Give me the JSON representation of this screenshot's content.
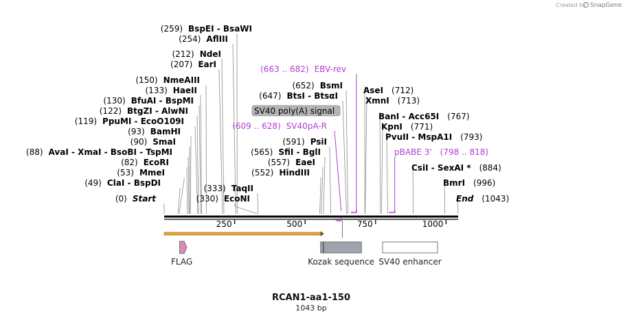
{
  "app": {
    "credit_text": "Created by",
    "brand_name": "SnapGene"
  },
  "plasmid": {
    "name": "RCAN1-aa1-150",
    "length_label": "1043 bp",
    "length_bp": 1043
  },
  "ruler": {
    "ticks": [
      250,
      500,
      750,
      1000
    ]
  },
  "sites": [
    {
      "pos_label": "(259)",
      "names": [
        "BspEI",
        "BsaWI"
      ],
      "bp": 259
    },
    {
      "pos_label": "(254)",
      "names": [
        "AflIII"
      ],
      "bp": 254
    },
    {
      "pos_label": "(212)",
      "names": [
        "NdeI"
      ],
      "bp": 212
    },
    {
      "pos_label": "(207)",
      "names": [
        "EarI"
      ],
      "bp": 207
    },
    {
      "pos_label": "(150)",
      "names": [
        "NmeAIII"
      ],
      "bp": 150
    },
    {
      "pos_label": "(133)",
      "names": [
        "HaeII"
      ],
      "bp": 133
    },
    {
      "pos_label": "(130)",
      "names": [
        "BfuAI",
        "BspMI"
      ],
      "bp": 130
    },
    {
      "pos_label": "(122)",
      "names": [
        "BtgZI",
        "AlwNI"
      ],
      "bp": 122
    },
    {
      "pos_label": "(119)",
      "names": [
        "PpuMI",
        "EcoO109I"
      ],
      "bp": 119
    },
    {
      "pos_label": "(93)",
      "names": [
        "BamHI"
      ],
      "bp": 93
    },
    {
      "pos_label": "(90)",
      "names": [
        "SmaI"
      ],
      "bp": 90
    },
    {
      "pos_label": "(88)",
      "names": [
        "AvaI",
        "XmaI",
        "BsoBI",
        "TspMI"
      ],
      "bp": 88
    },
    {
      "pos_label": "(82)",
      "names": [
        "EcoRI"
      ],
      "bp": 82
    },
    {
      "pos_label": "(53)",
      "names": [
        "MmeI"
      ],
      "bp": 53
    },
    {
      "pos_label": "(49)",
      "names": [
        "ClaI",
        "BspDI"
      ],
      "bp": 49
    },
    {
      "pos_label": "(0)",
      "names": [
        "Start"
      ],
      "bp": 0,
      "italic": true
    },
    {
      "pos_label": "(333)",
      "names": [
        "TaqII"
      ],
      "bp": 333
    },
    {
      "pos_label": "(330)",
      "names": [
        "EcoNI"
      ],
      "bp": 330
    },
    {
      "pos_label": "(652)",
      "names": [
        "BsmI"
      ],
      "bp": 652
    },
    {
      "pos_label": "(647)",
      "names": [
        "BtsI",
        "BtsαI"
      ],
      "bp": 647
    },
    {
      "pos_label": "(591)",
      "names": [
        "PsiI"
      ],
      "bp": 591
    },
    {
      "pos_label": "(565)",
      "names": [
        "SfiI",
        "BglI"
      ],
      "bp": 565
    },
    {
      "pos_label": "(557)",
      "names": [
        "EaeI"
      ],
      "bp": 557
    },
    {
      "pos_label": "(552)",
      "names": [
        "HindIII"
      ],
      "bp": 552
    },
    {
      "pos_label": "(712)",
      "names": [
        "AseI"
      ],
      "bp": 712
    },
    {
      "pos_label": "(713)",
      "names": [
        "XmnI"
      ],
      "bp": 713
    },
    {
      "pos_label": "(767)",
      "names": [
        "BanI",
        "Acc65I"
      ],
      "bp": 767
    },
    {
      "pos_label": "(771)",
      "names": [
        "KpnI"
      ],
      "bp": 771
    },
    {
      "pos_label": "(793)",
      "names": [
        "PvuII",
        "MspA1I"
      ],
      "bp": 793
    },
    {
      "pos_label": "(884)",
      "names": [
        "CsiI",
        "SexAI *"
      ],
      "bp": 884
    },
    {
      "pos_label": "(996)",
      "names": [
        "BmrI"
      ],
      "bp": 996
    },
    {
      "pos_label": "(1043)",
      "names": [
        "End"
      ],
      "bp": 1043,
      "italic": true
    }
  ],
  "primers": [
    {
      "range": "(663 .. 682)",
      "name": "EBV-rev",
      "start": 663,
      "end": 682,
      "direction": "reverse"
    },
    {
      "range": "(609 .. 628)",
      "name": "SV40pA-R",
      "start": 609,
      "end": 628,
      "direction": "reverse"
    },
    {
      "name": "pBABE 3'",
      "range": "(798 .. 818)",
      "start": 798,
      "end": 818,
      "direction": "reverse"
    }
  ],
  "callout_feature": {
    "label": "SV40 poly(A) signal"
  },
  "features": [
    {
      "label": "FLAG",
      "start": 55,
      "end": 78,
      "shape": "arrow",
      "color": "#d98cb4"
    },
    {
      "label": "Kozak sequence",
      "start": 555,
      "end": 700,
      "shape": "box",
      "color": "#a0a4ac"
    },
    {
      "label": "SV40 enhancer",
      "start": 775,
      "end": 970,
      "shape": "box",
      "color": "#ffffff"
    }
  ],
  "orf": {
    "start": 0,
    "end": 555,
    "color": "#f0a830"
  },
  "colors": {
    "primer": "#b03cd4",
    "backbone": "#000000"
  }
}
